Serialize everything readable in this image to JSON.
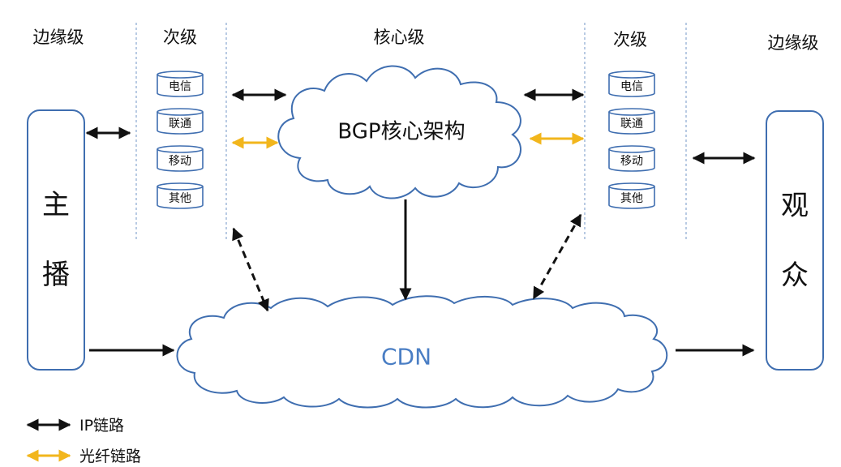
{
  "headers": {
    "edge_left": "边缘级",
    "secondary_left": "次级",
    "core": "核心级",
    "secondary_right": "次级",
    "edge_right": "边缘级"
  },
  "streamer": {
    "chars": [
      "主",
      "播"
    ]
  },
  "audience": {
    "chars": [
      "观",
      "众"
    ]
  },
  "isp_left": [
    "电信",
    "联通",
    "移动",
    "其他"
  ],
  "isp_right": [
    "电信",
    "联通",
    "移动",
    "其他"
  ],
  "bgp_cloud": {
    "label": "BGP核心架构"
  },
  "cdn_cloud": {
    "label": "CDN",
    "label_color": "#4a7ec4"
  },
  "legend": [
    {
      "label": "IP链路",
      "color": "#111111"
    },
    {
      "label": "光纤链路",
      "color": "#f2b61c"
    }
  ],
  "colors": {
    "box_border": "#3f6eb0",
    "cloud_border": "#3f6eb0",
    "divider": "#8aa8d0",
    "ip_link": "#111111",
    "fiber_link": "#f2b61c"
  }
}
